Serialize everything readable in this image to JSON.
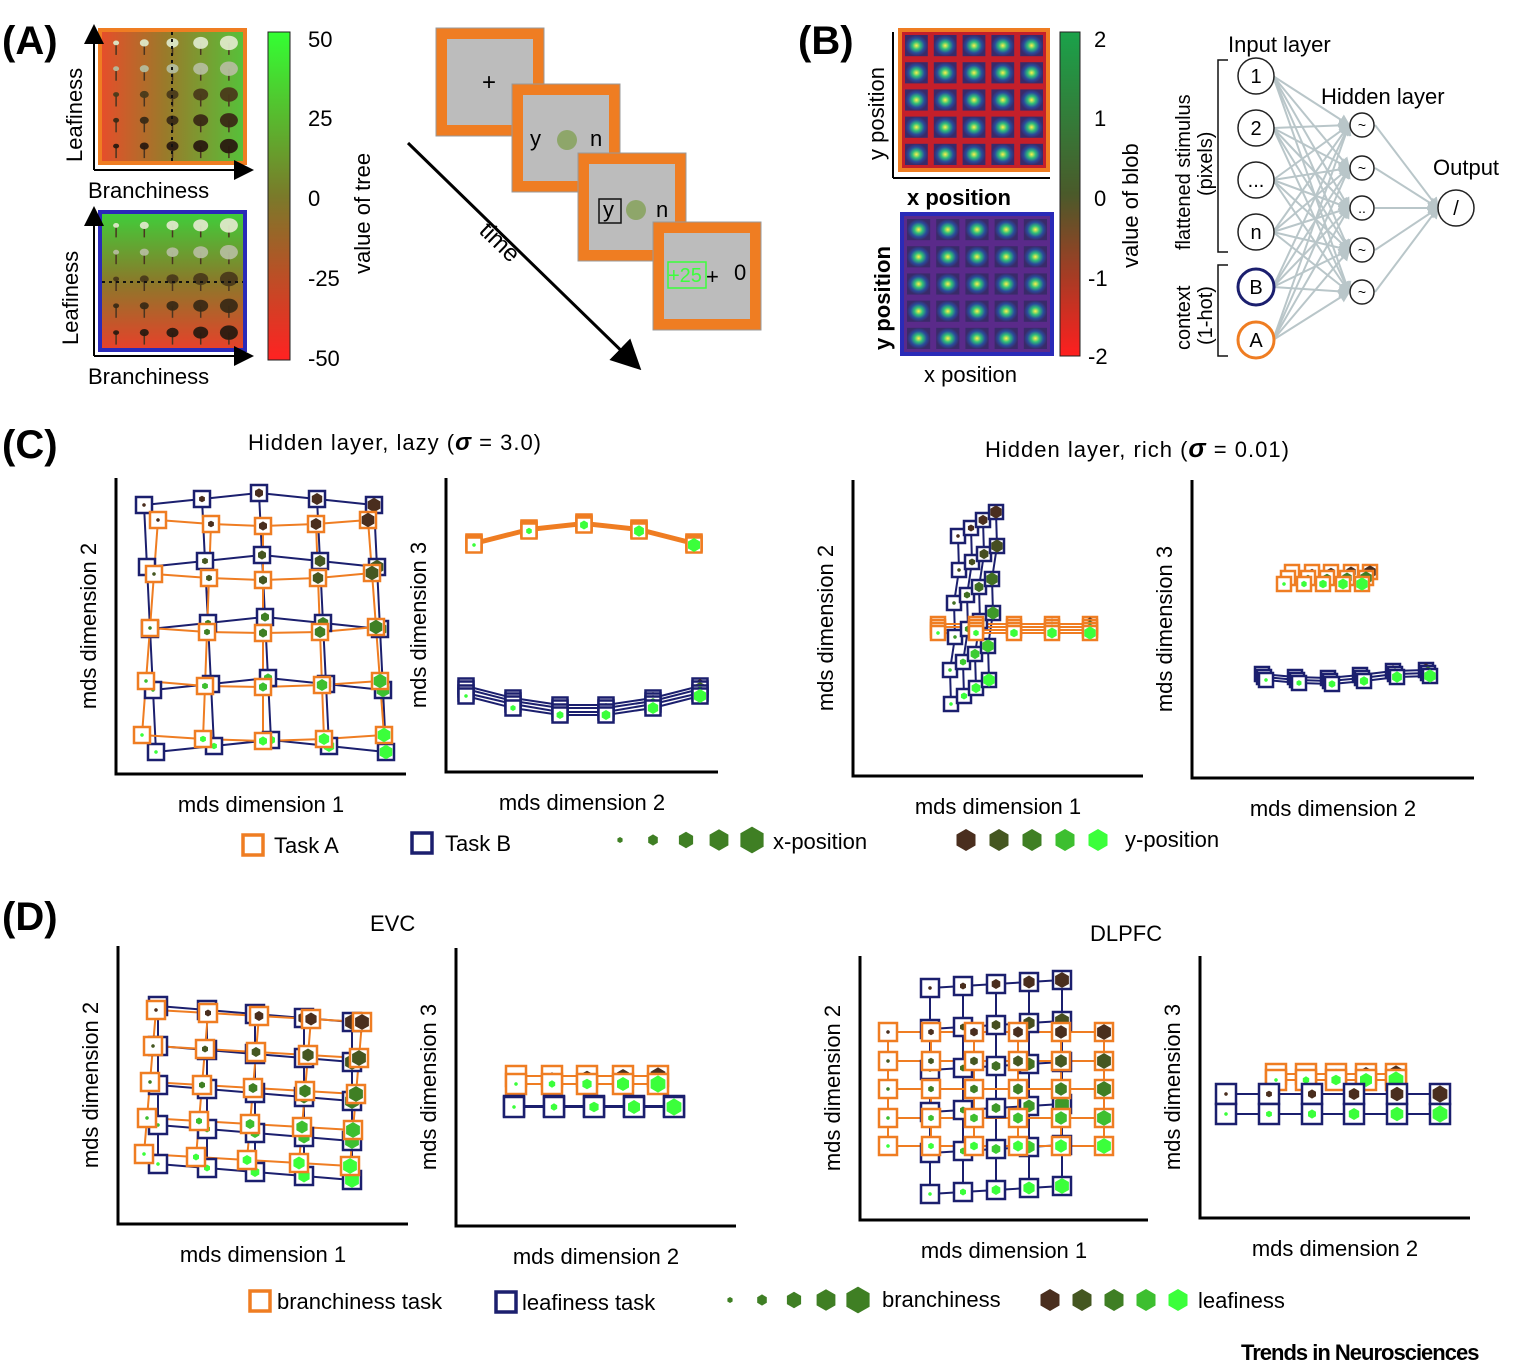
{
  "panel_labels": {
    "a": "(A)",
    "b": "(B)",
    "c": "(C)",
    "d": "(D)"
  },
  "colors": {
    "task_a": "#ef7d22",
    "task_b": "#1b1f6e",
    "dark": "#4a2e1e",
    "green_mid": "#3f7f24",
    "green_bright": "#3bff3b",
    "gray_screen": "#bcbcbc"
  },
  "panel_a": {
    "ylabel": "Leafiness",
    "xlabel": "Branchiness",
    "colorbar_label": "value of tree",
    "colorbar_ticks": [
      "50",
      "25",
      "0",
      "-25",
      "-50"
    ],
    "time_label": "time",
    "screens": {
      "fixation": "+",
      "choice_left": "y",
      "choice_right": "n",
      "reward": "+25",
      "reward_fix": "+",
      "other_reward": "0"
    }
  },
  "panel_b": {
    "ylabel_top": "y position",
    "xlabel_top": "x position",
    "ylabel_bottom": "y position",
    "xlabel_bottom": "x position",
    "colorbar_label": "value of blob",
    "colorbar_ticks": [
      "2",
      "1",
      "0",
      "-1",
      "-2"
    ],
    "network": {
      "input_layer": "Input layer",
      "hidden_layer": "Hidden layer",
      "output": "Output",
      "stimulus_label_1": "flattened stimulus",
      "stimulus_label_2": "(pixels)",
      "context_label_1": "context",
      "context_label_2": "(1-hot)",
      "input_nodes": [
        "1",
        "2",
        "...",
        "n"
      ],
      "context_nodes": [
        "B",
        "A"
      ],
      "hidden_node_glyph": "~",
      "hidden_dots": "..",
      "output_glyph": "/"
    }
  },
  "panel_c": {
    "title_lazy_prefix": "Hidden layer, lazy (",
    "title_lazy_value": " = 3.0)",
    "title_rich_prefix": "Hidden layer, rich (",
    "title_rich_value": " = 0.01)",
    "sigma": "σ",
    "plots": [
      {
        "xlabel": "mds dimension 1",
        "ylabel": "mds dimension 2"
      },
      {
        "xlabel": "mds dimension 2",
        "ylabel": "mds dimension 3"
      },
      {
        "xlabel": "mds dimension 1",
        "ylabel": "mds dimension 2"
      },
      {
        "xlabel": "mds dimension 2",
        "ylabel": "mds dimension 3"
      }
    ],
    "legend": {
      "task_a": "Task A",
      "task_b": "Task B",
      "x_position": "x-position",
      "y_position": "y-position"
    }
  },
  "panel_d": {
    "title_left": "EVC",
    "title_right": "DLPFC",
    "plots": [
      {
        "xlabel": "mds dimension 1",
        "ylabel": "mds dimension 2"
      },
      {
        "xlabel": "mds dimension 2",
        "ylabel": "mds dimension 3"
      },
      {
        "xlabel": "mds dimension 1",
        "ylabel": "mds dimension 2"
      },
      {
        "xlabel": "mds dimension 2",
        "ylabel": "mds dimension 3"
      }
    ],
    "legend": {
      "task_a": "branchiness task",
      "task_b": "leafiness task",
      "x_feature": "branchiness",
      "y_feature": "leafiness"
    }
  },
  "footer": "Trends in Neurosciences"
}
